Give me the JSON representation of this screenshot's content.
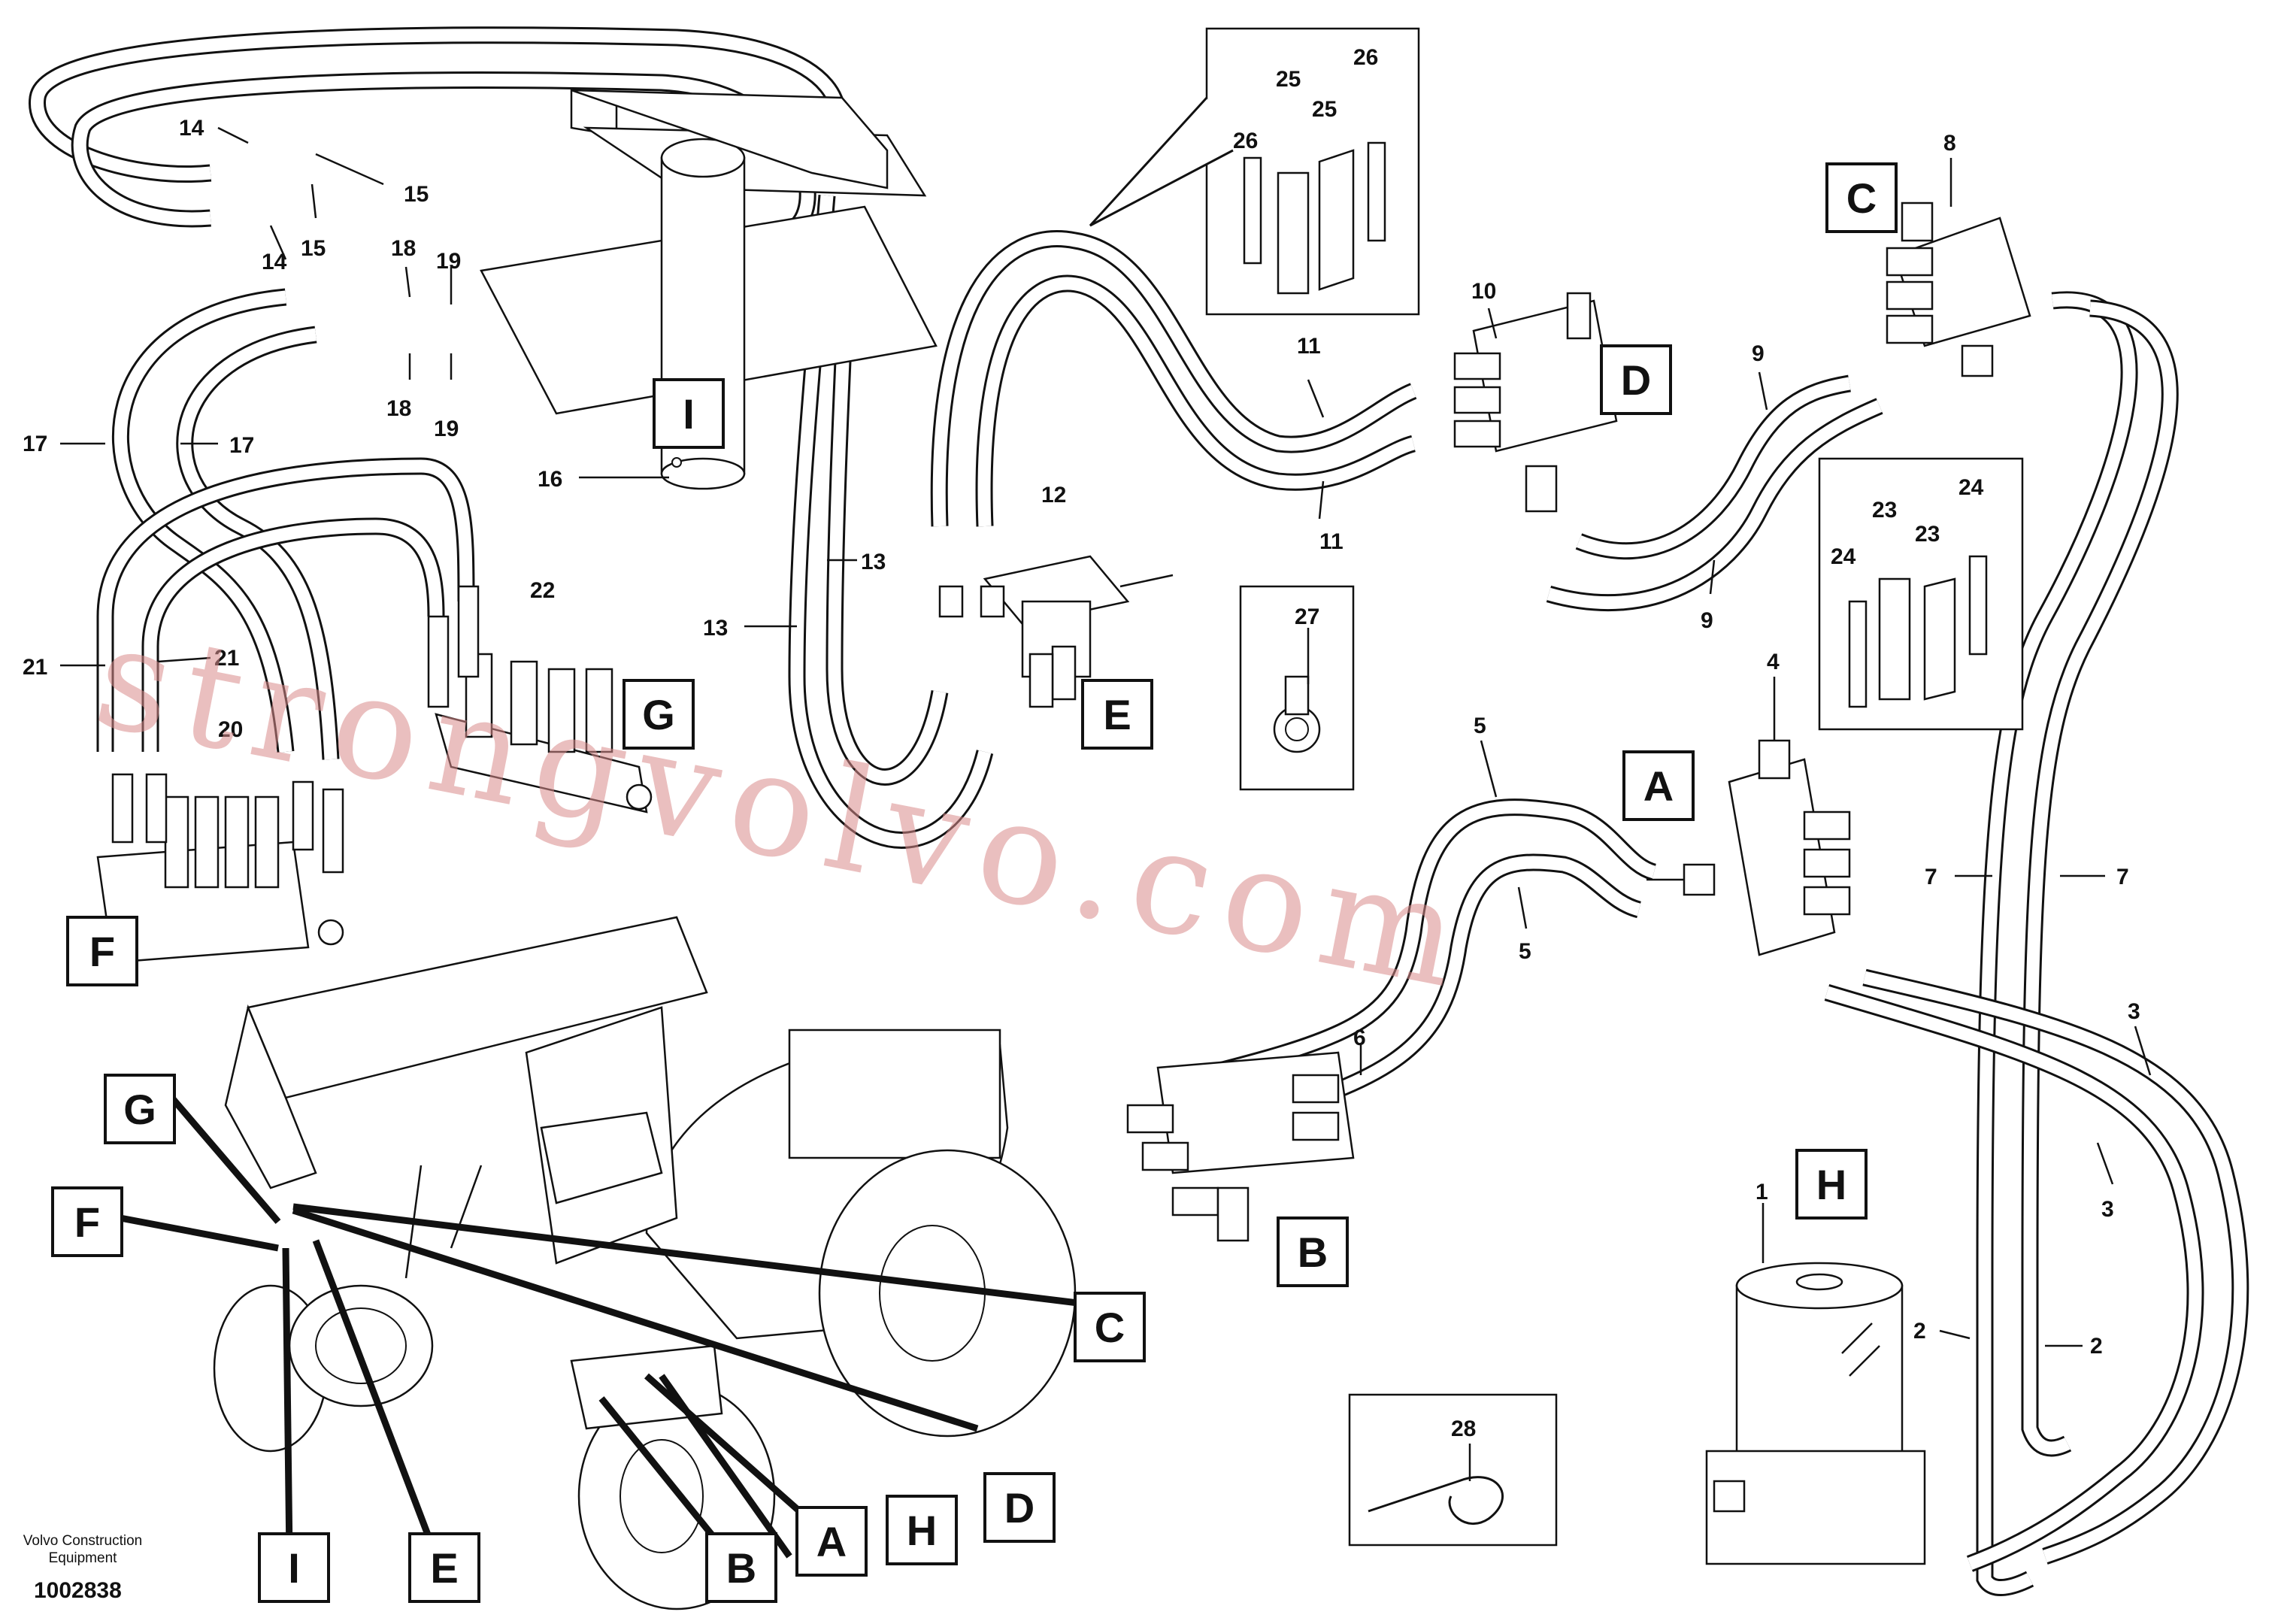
{
  "callouts": {
    "n14a": "14",
    "n14b": "14",
    "n15a": "15",
    "n15b": "15",
    "n18a": "18",
    "n18b": "18",
    "n19a": "19",
    "n19b": "19",
    "n17a": "17",
    "n17b": "17",
    "n16": "16",
    "n21a": "21",
    "n21b": "21",
    "n20": "20",
    "n22": "22",
    "n13a": "13",
    "n13b": "13",
    "n12": "12",
    "n26a": "26",
    "n26b": "26",
    "n25a": "25",
    "n25b": "25",
    "n11a": "11",
    "n11b": "11",
    "n10": "10",
    "n27": "27",
    "n8": "8",
    "n9a": "9",
    "n9b": "9",
    "n24a": "24",
    "n24b": "24",
    "n23a": "23",
    "n23b": "23",
    "n4": "4",
    "n5a": "5",
    "n5b": "5",
    "n6": "6",
    "n7a": "7",
    "n7b": "7",
    "n3a": "3",
    "n3b": "3",
    "n1": "1",
    "n2a": "2",
    "n2b": "2",
    "n28": "28"
  },
  "boxes": {
    "I_top": "I",
    "G_top": "G",
    "F_top": "F",
    "E_top": "E",
    "D_top": "D",
    "C_top": "C",
    "A_top": "A",
    "B_top": "B",
    "H_top": "H",
    "G_mach": "G",
    "F_mach": "F",
    "I_mach": "I",
    "E_mach": "E",
    "B_mach": "B",
    "A_mach": "A",
    "H_mach": "H",
    "D_mach": "D",
    "C_mach": "C"
  },
  "footer": {
    "company_line1": "Volvo Construction",
    "company_line2": "Equipment",
    "drawing_number": "1002838"
  },
  "watermark": "strongvolvo.com"
}
